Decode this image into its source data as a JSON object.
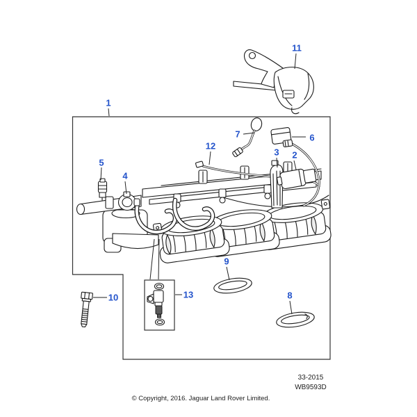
{
  "figure": {
    "sheet_code": "33-2015",
    "drawing_code": "WB9593D",
    "description": "Exploded parts diagram of intake manifold with fuel rail, injectors, sensors, gaskets and fixings"
  },
  "footer": {
    "copyright": "© Copyright, 2016. Jaguar Land Rover Limited."
  },
  "colors": {
    "callout": "#2353cb",
    "line": "#1a1a1a",
    "background": "#ffffff"
  },
  "callouts": [
    {
      "label": "1"
    },
    {
      "label": "2"
    },
    {
      "label": "3"
    },
    {
      "label": "4"
    },
    {
      "label": "5"
    },
    {
      "label": "6"
    },
    {
      "label": "7"
    },
    {
      "label": "8"
    },
    {
      "label": "9"
    },
    {
      "label": "10"
    },
    {
      "label": "11"
    },
    {
      "label": "12"
    },
    {
      "label": "13"
    }
  ]
}
